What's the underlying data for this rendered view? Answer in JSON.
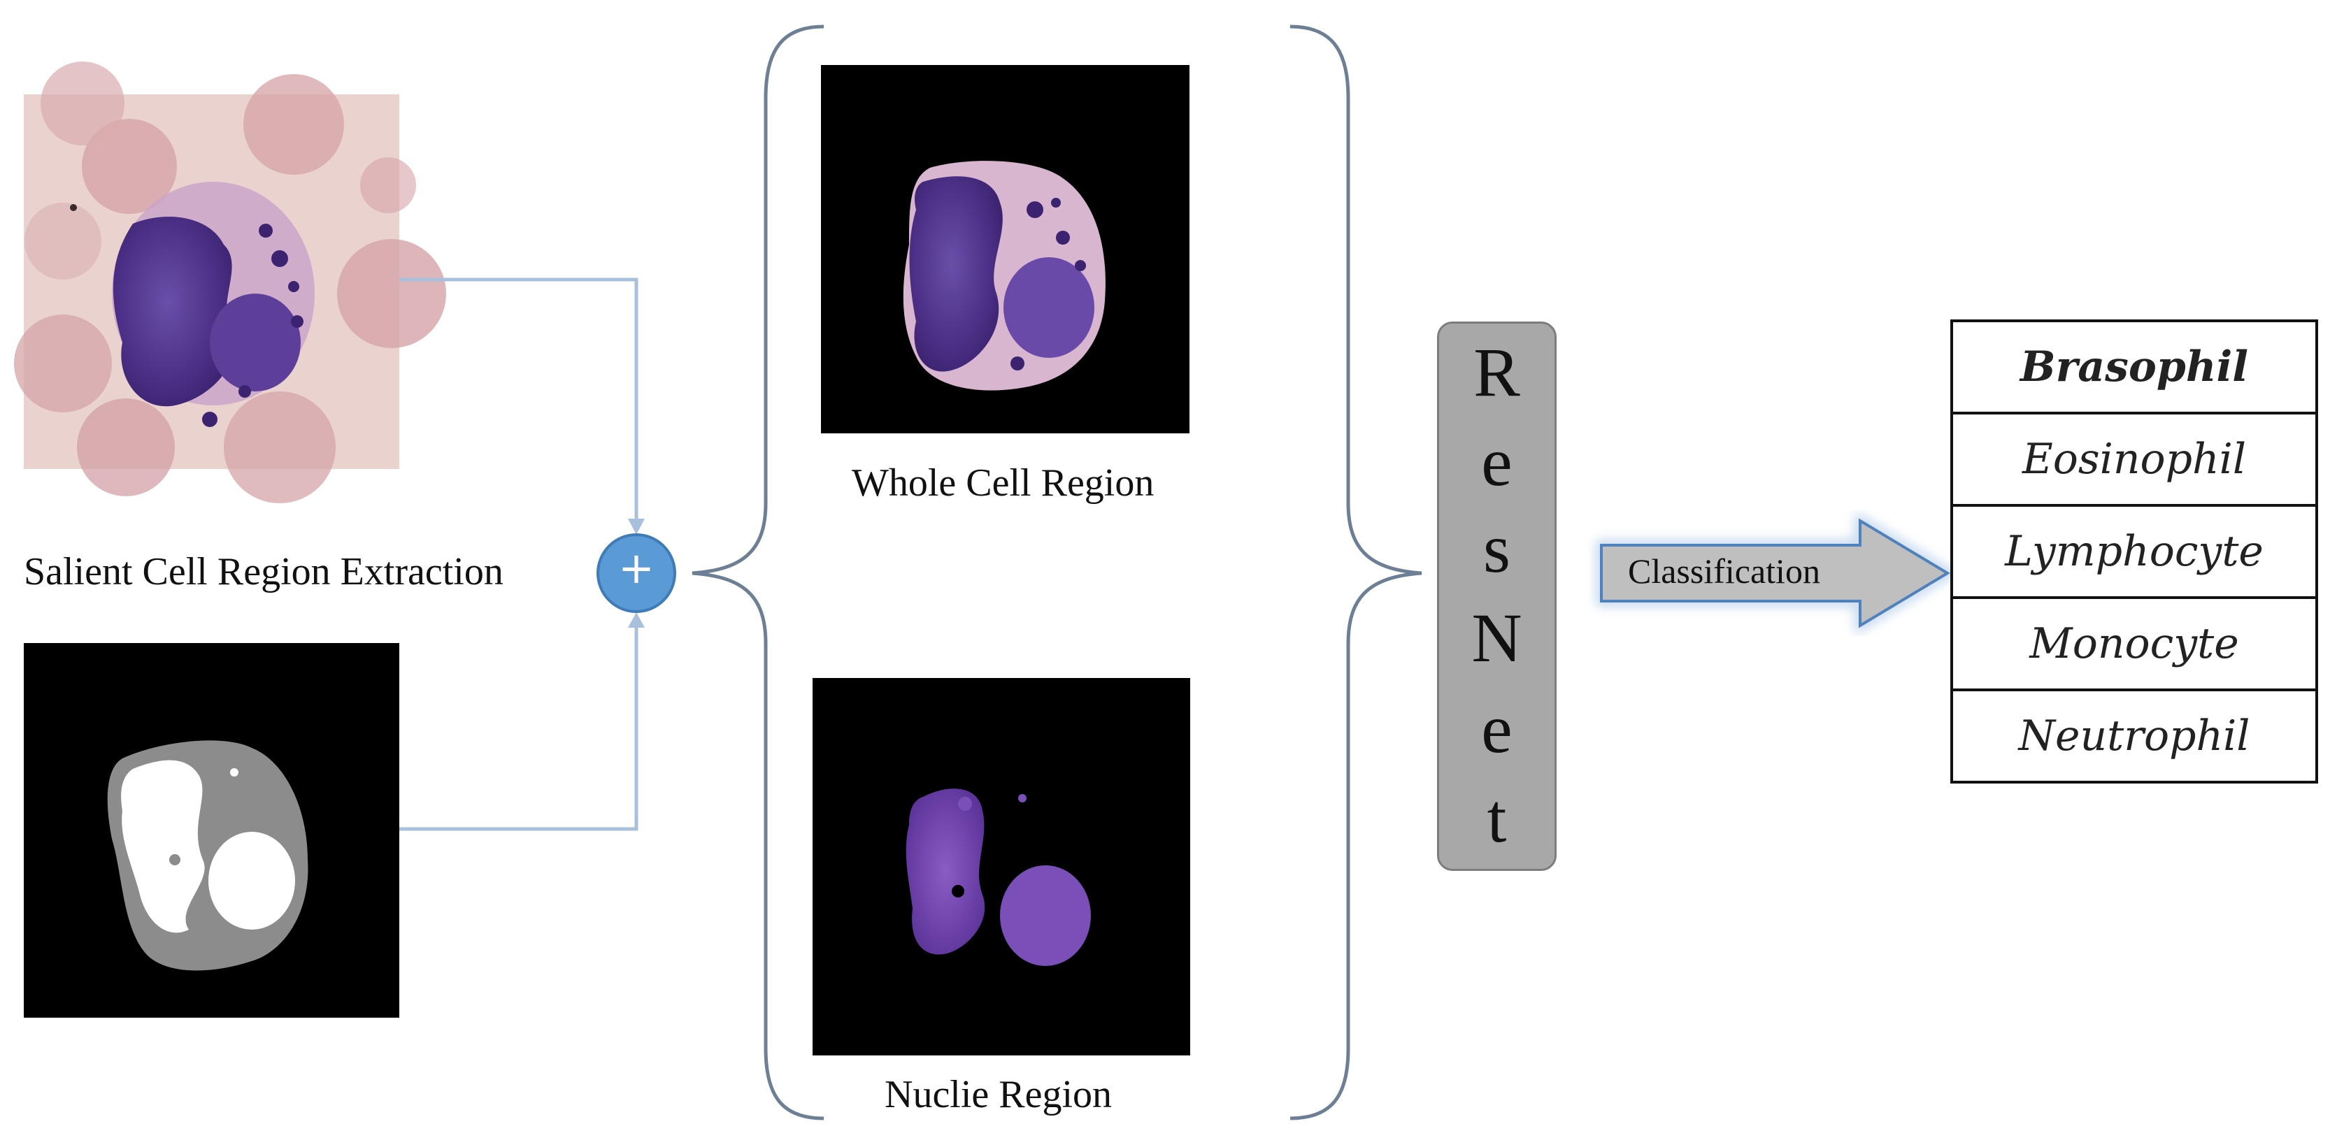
{
  "labels": {
    "extraction": "Salient Cell Region Extraction",
    "whole_cell": "Whole Cell Region",
    "nuclei": "Nuclie Region",
    "classification": "Classification",
    "plus": "+"
  },
  "resnet": [
    "R",
    "e",
    "s",
    "N",
    "e",
    "t"
  ],
  "classes": [
    "Brasophil",
    "Eosinophil",
    "Lymphocyte",
    "Monocyte",
    "Neutrophil"
  ],
  "colors": {
    "connector": "#a9c0dc",
    "plus_circle": "#5b9bd5",
    "brace": "#6d7f95",
    "resnet_box": "#a8a8a8",
    "arrow_fill": "#bfbfbf",
    "arrow_glow": "#7fa8dc",
    "cell_stain": "#5a3f9a",
    "rbc": "#d6a4a8",
    "mask_gray": "#8c8c8c"
  }
}
